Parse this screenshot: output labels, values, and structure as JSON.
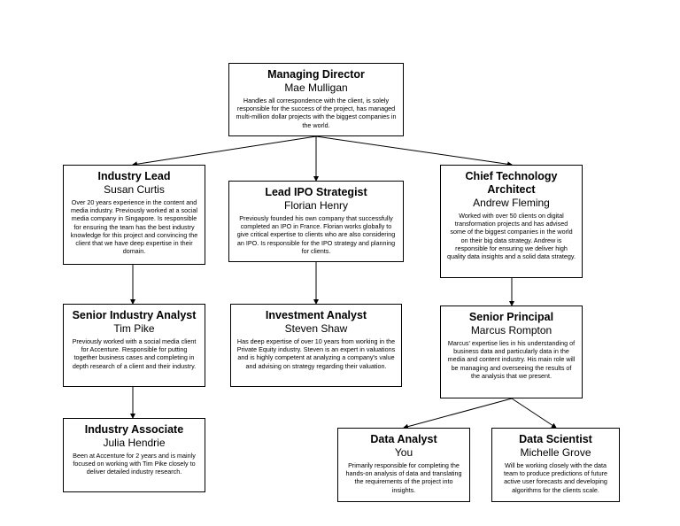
{
  "nodes": {
    "md": {
      "role": "Managing Director",
      "name": "Mae Mulligan",
      "desc": "Handles all correspondence with the client, is solely responsible for the success of the project, has managed multi-million dollar projects with the biggest companies in the world."
    },
    "industry_lead": {
      "role": "Industry Lead",
      "name": "Susan Curtis",
      "desc": "Over 20 years experience in the content and media industry. Previously worked at a social media company in Singapore. Is responsible for ensuring the team has the best industry knowledge for this project and convincing the client that we have deep expertise in their domain."
    },
    "ipo_strategist": {
      "role": "Lead IPO Strategist",
      "name": "Florian Henry",
      "desc": "Previously founded his own company that successfully completed an IPO in France. Florian works globally to give critical expertise to clients who are also considering an IPO. Is responsible for the IPO strategy and planning for clients."
    },
    "cto": {
      "role": "Chief Technology Architect",
      "name": "Andrew Fleming",
      "desc": "Worked with over 50 clients on digital transformation projects and has advised some of the biggest companies in the world on their big data strategy. Andrew is responsible for ensuring we deliver high quality data insights and a solid data strategy."
    },
    "senior_analyst": {
      "role": "Senior Industry Analyst",
      "name": "Tim Pike",
      "desc": "Previously worked with a social media client for Accenture. Responsible for putting together business cases and completing in depth research of a client and their industry."
    },
    "investment_analyst": {
      "role": "Investment Analyst",
      "name": "Steven Shaw",
      "desc": "Has deep expertise of over 10 years from working in the Private Equity industry. Steven is an expert in valuations and is highly competent at analyzing a company's value and advising on strategy regarding their valuation."
    },
    "senior_principal": {
      "role": "Senior Principal",
      "name": "Marcus Rompton",
      "desc": "Marcus' expertise lies in his understanding of business data and particularly data in the media and content industry. His main role will be managing and overseeing the results of the analysis that we present."
    },
    "industry_associate": {
      "role": "Industry Associate",
      "name": "Julia Hendrie",
      "desc": "Been at Accenture for 2 years and is mainly focused on working with Tim Pike closely to deliver detailed industry research."
    },
    "data_analyst": {
      "role": "Data Analyst",
      "name": "You",
      "desc": "Primarily responsible for completing the hands-on analysis of data and translating the requirements of the project into insights."
    },
    "data_scientist": {
      "role": "Data Scientist",
      "name": "Michelle Grove",
      "desc": "Will be working closely with the data team to produce predictions of future active user forecasts and developing algorithms for the clients scale."
    }
  },
  "colors": {
    "line": "#000000",
    "box_border": "#000000",
    "background": "#ffffff"
  }
}
